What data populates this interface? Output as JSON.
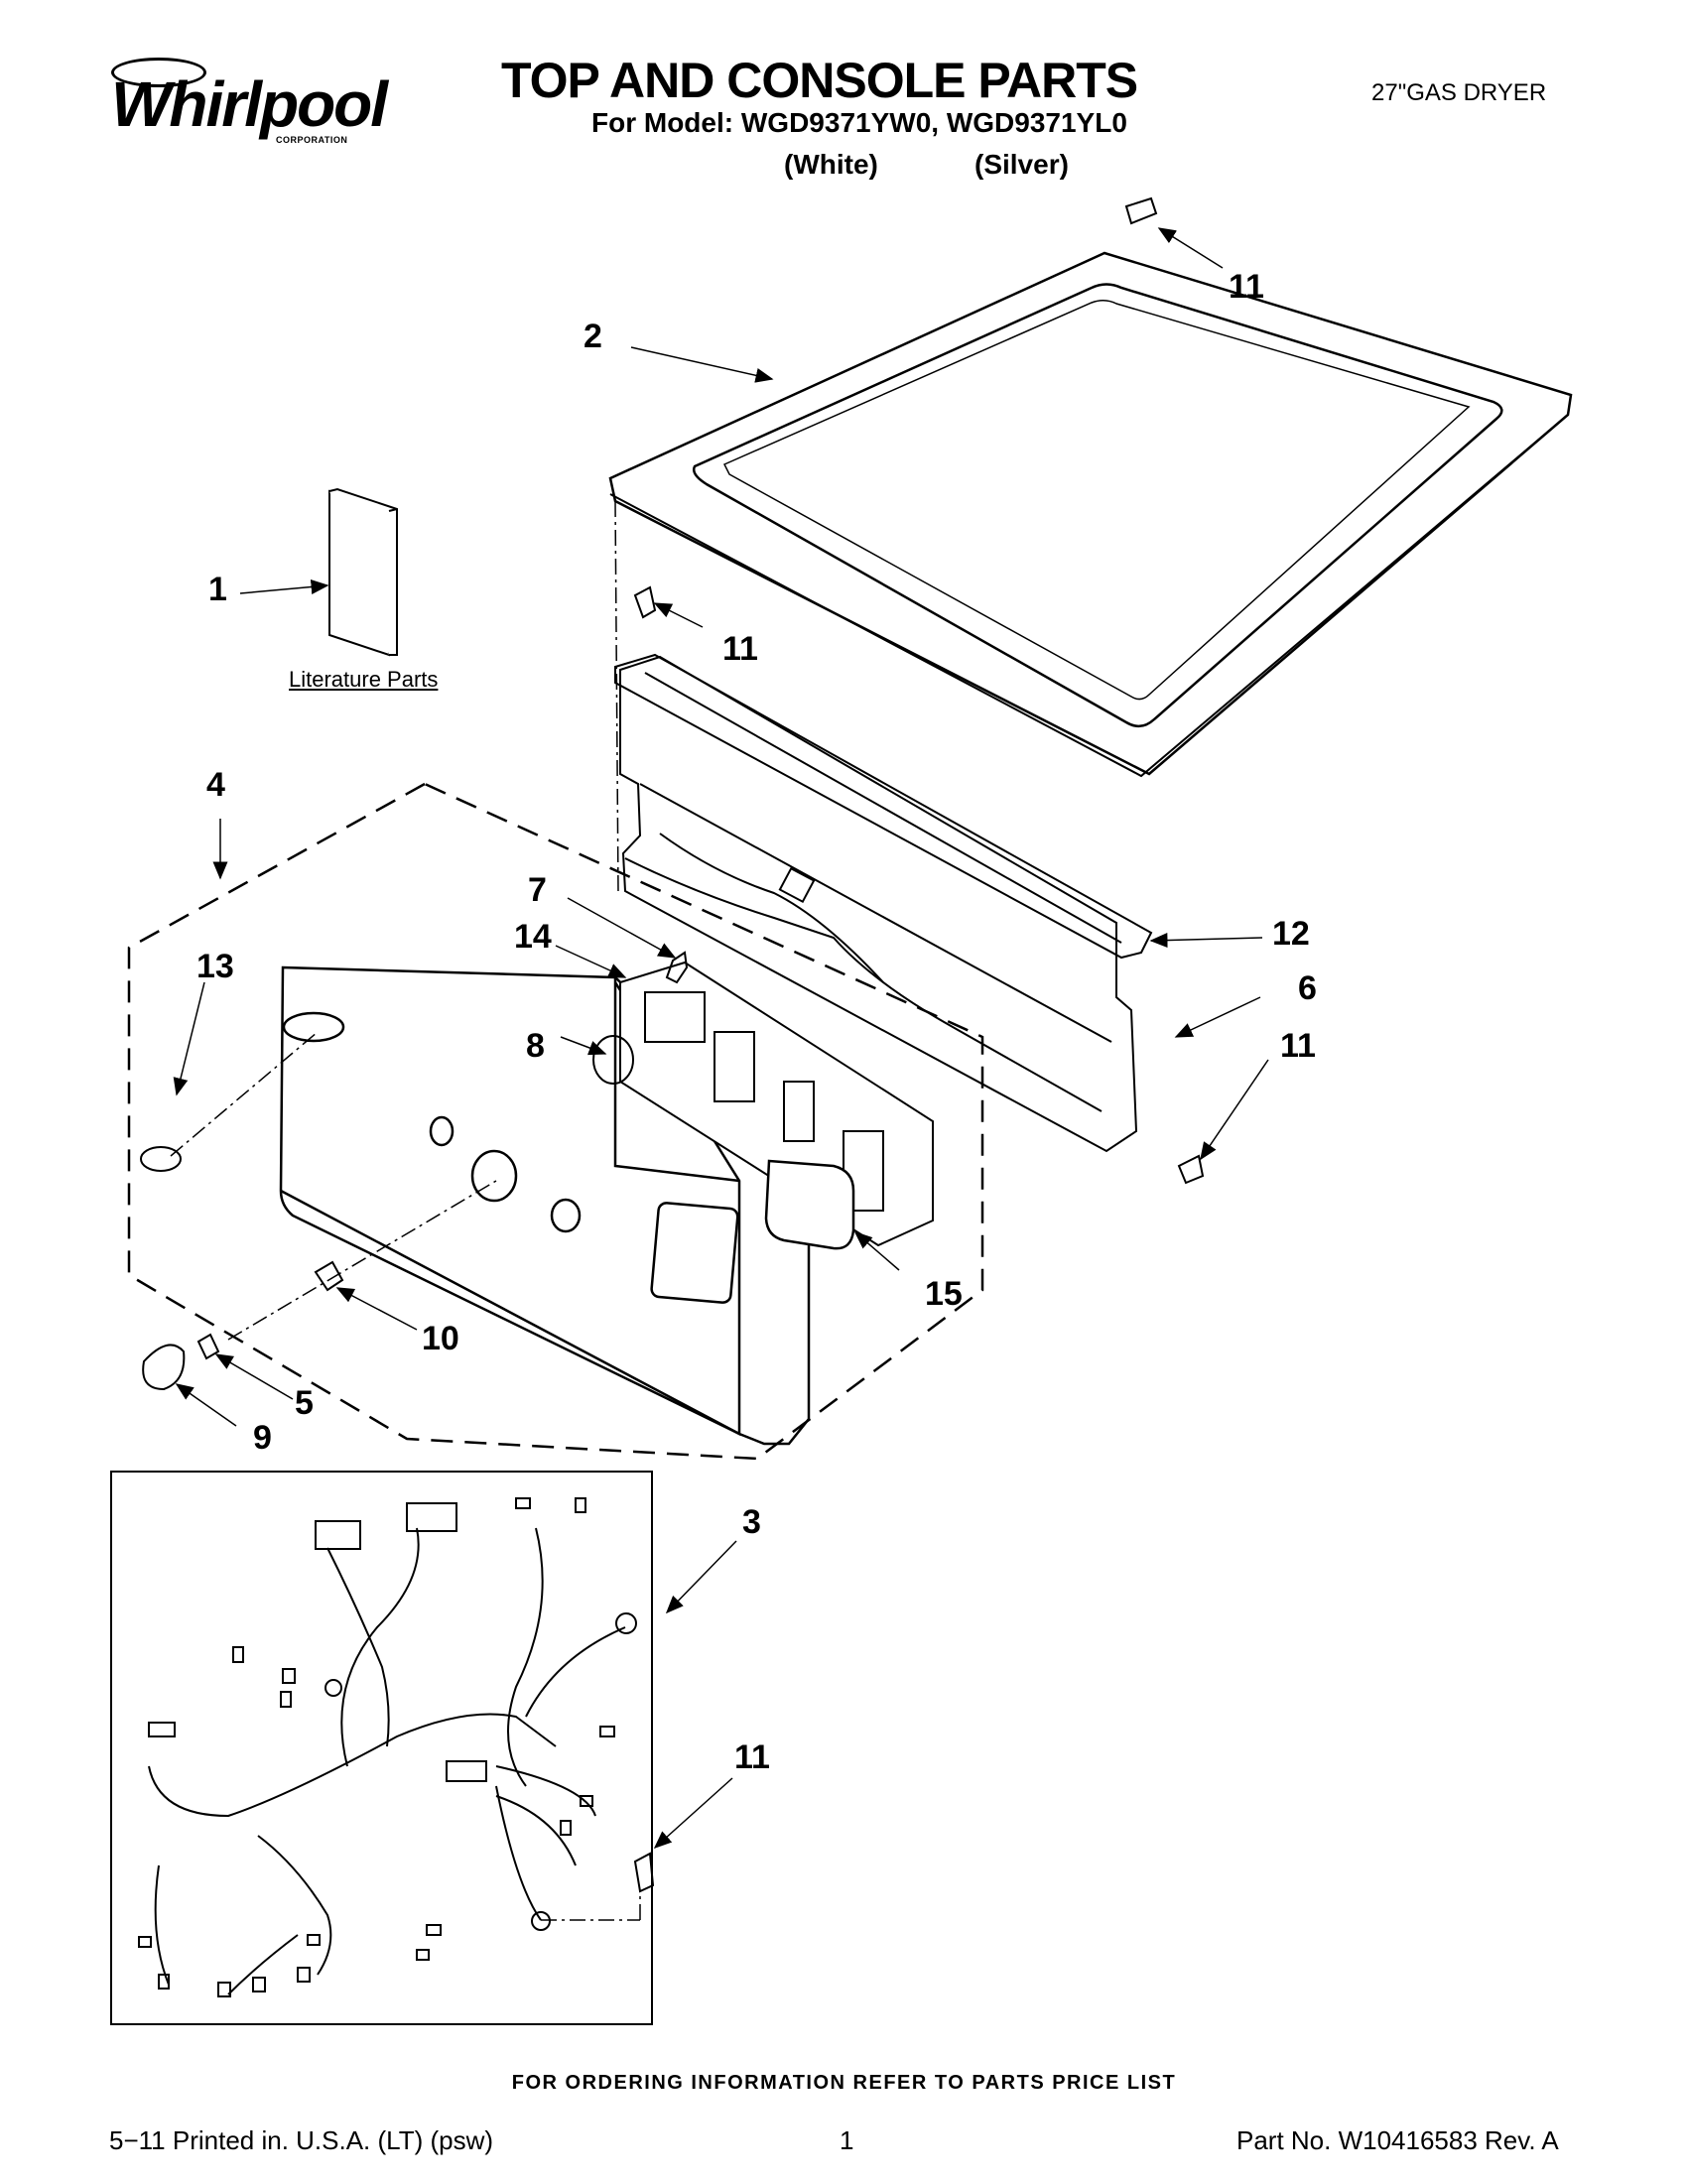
{
  "header": {
    "brand": "Whirlpool",
    "brand_sub": "CORPORATION",
    "title": "TOP AND CONSOLE PARTS",
    "model_line": "For Model: WGD9371YW0, WGD9371YL0",
    "color_white": "(White)",
    "color_silver": "(Silver)",
    "product_type": "27\"GAS DRYER"
  },
  "diagram": {
    "literature_label": "Literature Parts",
    "callouts": [
      "11",
      "2",
      "1",
      "11",
      "4",
      "7",
      "14",
      "12",
      "6",
      "11",
      "13",
      "8",
      "15",
      "10",
      "5",
      "9",
      "3",
      "11"
    ]
  },
  "footer": {
    "ordering": "FOR ORDERING INFORMATION REFER TO PARTS PRICE LIST",
    "printed": "5−11 Printed in. U.S.A. (LT) (psw)",
    "page": "1",
    "part_no": "Part No. W10416583 Rev. A"
  }
}
